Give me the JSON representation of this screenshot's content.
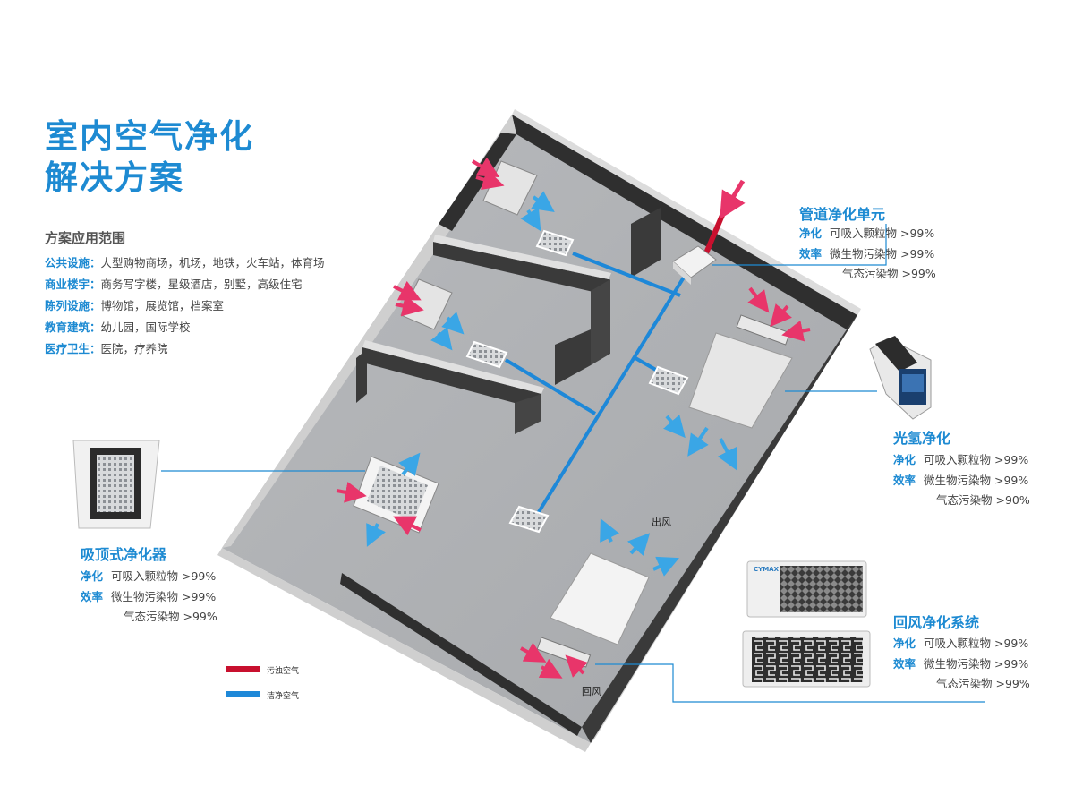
{
  "title": {
    "line1": "室内空气净化",
    "line2": "解决方案"
  },
  "scope": {
    "heading": "方案应用范围",
    "items": [
      {
        "key": "公共设施：",
        "value": "大型购物商场，机场，地铁，火车站，体育场"
      },
      {
        "key": "商业楼宇：",
        "value": "商务写字楼，星级酒店，别墅，高级住宅"
      },
      {
        "key": "陈列设施：",
        "value": "博物馆，展览馆，档案室"
      },
      {
        "key": "教育建筑：",
        "value": "幼儿园，国际学校"
      },
      {
        "key": "医疗卫生：",
        "value": "医院，疗养院"
      }
    ]
  },
  "products": {
    "duct": {
      "name": "管道净化单元",
      "rows": [
        {
          "k": "净化",
          "v": "可吸入颗粒物 >99%"
        },
        {
          "k": "效率",
          "v": "微生物污染物 >99%"
        },
        {
          "k": "",
          "v": "气态污染物 >99%"
        }
      ]
    },
    "photo": {
      "name": "光氢净化",
      "rows": [
        {
          "k": "净化",
          "v": "可吸入颗粒物 >99%"
        },
        {
          "k": "效率",
          "v": "微生物污染物 >99%"
        },
        {
          "k": "",
          "v": "气态污染物 >90%"
        }
      ]
    },
    "ceiling": {
      "name": "吸顶式净化器",
      "rows": [
        {
          "k": "净化",
          "v": "可吸入颗粒物 >99%"
        },
        {
          "k": "效率",
          "v": "微生物污染物 >99%"
        },
        {
          "k": "",
          "v": "气态污染物 >99%"
        }
      ]
    },
    "return": {
      "name": "回风净化系统",
      "rows": [
        {
          "k": "净化",
          "v": "可吸入颗粒物 >99%"
        },
        {
          "k": "效率",
          "v": "微生物污染物 >99%"
        },
        {
          "k": "",
          "v": "气态污染物 >99%"
        }
      ]
    }
  },
  "floor_labels": {
    "outlet": "出风",
    "return": "回风"
  },
  "device_brand": "CYMAX",
  "legend": [
    {
      "label": "污浊空气",
      "color": "#c8102e"
    },
    {
      "label": "洁净空气",
      "color": "#1e88d8"
    }
  ],
  "colors": {
    "accent": "#1d8ad2",
    "dirty_air": "#e8356a",
    "clean_air": "#3aa6e6"
  }
}
